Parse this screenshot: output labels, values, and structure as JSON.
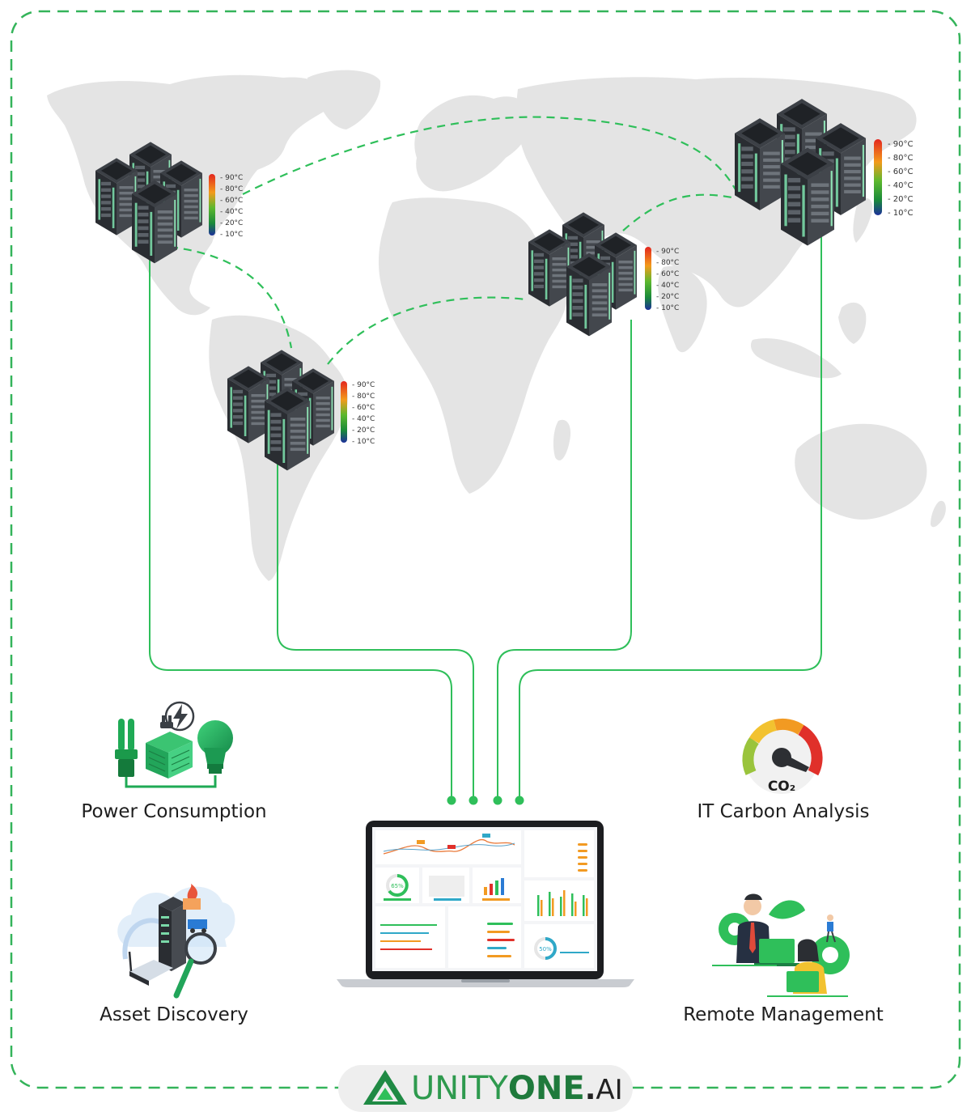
{
  "features": {
    "power_consumption": "Power Consumption",
    "it_carbon_analysis": "IT Carbon Analysis",
    "asset_discovery": "Asset Discovery",
    "remote_management": "Remote Management"
  },
  "co2_label": "CO₂",
  "temperature_scale": [
    "- 90°C",
    "- 80°C",
    "- 60°C",
    "- 40°C",
    "- 20°C",
    "- 10°C"
  ],
  "dashboard": {
    "donut_percent": "65%",
    "donut_percent_2": "50%",
    "placeholder_titles": [
      "Lore Ipsum",
      "Lore Ipsum",
      "Lore Ipsum",
      "Lore Ipsum",
      "Lorem Ipsum",
      "Dolor Sit Amet",
      "Lore Ipsum",
      "Lore Ipsum"
    ]
  },
  "logo": {
    "part1": "UNITY",
    "part2": "ONE",
    "part3": ".",
    "part4": "AI"
  },
  "colors": {
    "accent_green": "#2fbf5a",
    "dashed_border": "#34b45a",
    "map_gray": "#e3e3e3"
  }
}
